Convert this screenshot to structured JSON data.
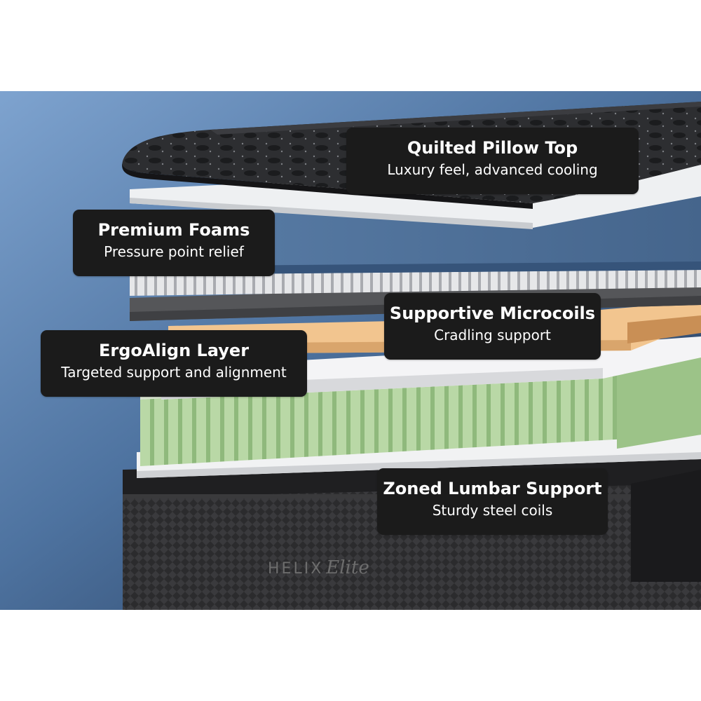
{
  "brand": {
    "name": "HELIX",
    "line": "Elite"
  },
  "callouts": [
    {
      "title": "Quilted Pillow Top",
      "subtitle": "Luxury feel, advanced cooling"
    },
    {
      "title": "Premium Foams",
      "subtitle": "Pressure point relief"
    },
    {
      "title": "Supportive Microcoils",
      "subtitle": "Cradling support"
    },
    {
      "title": "ErgoAlign Layer",
      "subtitle": "Targeted support and alignment"
    },
    {
      "title": "Zoned Lumbar Support",
      "subtitle": "Sturdy steel coils"
    }
  ]
}
